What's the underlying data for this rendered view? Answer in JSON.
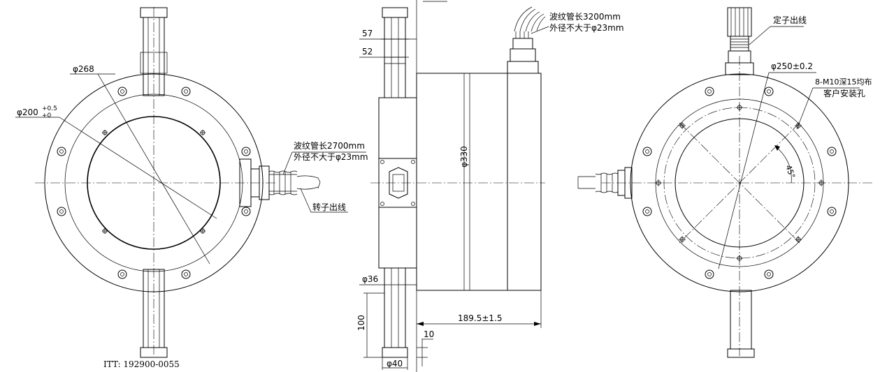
{
  "drawing": {
    "left_view": {
      "dia_268": "φ268",
      "dia_200_main": "φ200",
      "dia_200_tol_plus": "+0.5",
      "dia_200_tol_zero": "+0",
      "rotor_hose_length": "波纹管长2700mm",
      "rotor_hose_od": "外径不大于φ23mm",
      "rotor_outlet": "转子出线",
      "part_number": "ITT: 192900-0055"
    },
    "side_view": {
      "dim_57": "57",
      "dim_52": "52",
      "stator_hose_length": "波纹管长3200mm",
      "stator_hose_od": "外径不大于φ23mm",
      "dia_330": "φ330",
      "dia_36": "φ36",
      "dim_100": "100",
      "dim_10": "10",
      "dia_40": "φ40",
      "length_189": "189.5±1.5"
    },
    "right_view": {
      "stator_outlet": "定子出线",
      "dia_250": "φ250±0.2",
      "mount_holes_1": "8-M10深15均布",
      "mount_holes_2": "客户安装孔",
      "angle_45": "45°"
    }
  }
}
